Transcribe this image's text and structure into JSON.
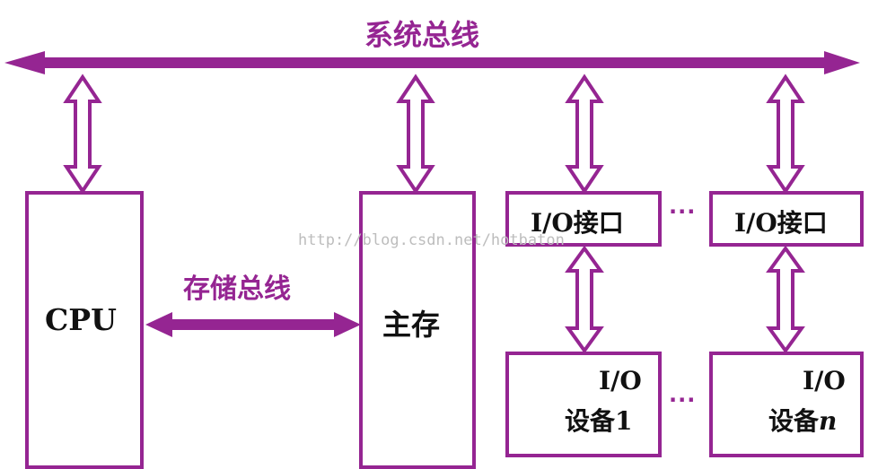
{
  "bus": {
    "system_bus_label": "系统总线",
    "memory_bus_label": "存储总线"
  },
  "units": {
    "cpu": "CPU",
    "main_memory": "主存",
    "io_interface_1": "I/O接口",
    "io_interface_n": "I/O接口",
    "io_device_1_line1": "I/O",
    "io_device_1_line2": "设备1",
    "io_device_n_line1": "I/O",
    "io_device_n_line2_prefix": "设备",
    "io_device_n_line2_index": "n"
  },
  "ellipsis": "···",
  "watermark": "http://blog.csdn.net/hotbaton",
  "colors": {
    "accent": "#952592"
  }
}
